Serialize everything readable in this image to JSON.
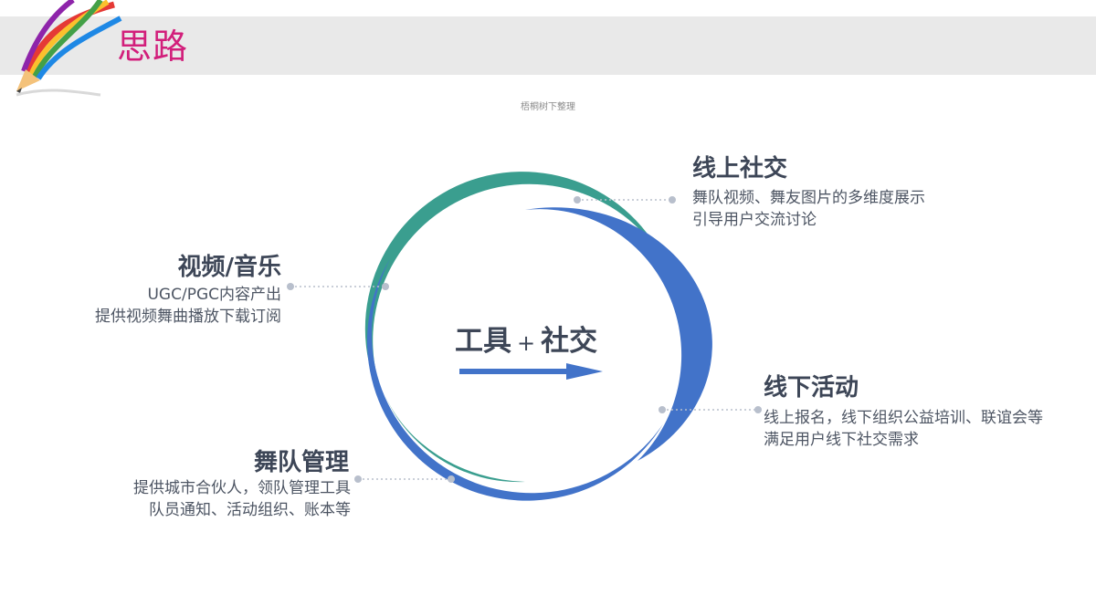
{
  "header": {
    "title": "思路",
    "watermark": "梧桐树下整理"
  },
  "center": {
    "left": "工具",
    "plus": "+",
    "right": "社交"
  },
  "nodes": {
    "top_right": {
      "title": "线上社交",
      "lines": [
        "舞队视频、舞友图片的多维度展示",
        "引导用户交流讨论"
      ]
    },
    "top_left": {
      "title": "视频/音乐",
      "lines": [
        "UGC/PGC内容产出",
        "提供视频舞曲播放下载订阅"
      ]
    },
    "bottom_right": {
      "title": "线下活动",
      "lines": [
        "线上报名，线下组织公益培训、联谊会等",
        "满足用户线下社交需求"
      ]
    },
    "bottom_left": {
      "title": "舞队管理",
      "lines": [
        "提供城市合伙人，领队管理工具",
        "队员通知、活动组织、账本等"
      ]
    }
  },
  "colors": {
    "title_accent": "#d21f7b",
    "ring_teal": "#3a9e8f",
    "ring_blue": "#4273c9",
    "text_dark": "#3d4657",
    "connector": "#b8bfcc"
  },
  "icons": [
    "pencil-swirl-logo",
    "arrow-right-icon"
  ]
}
